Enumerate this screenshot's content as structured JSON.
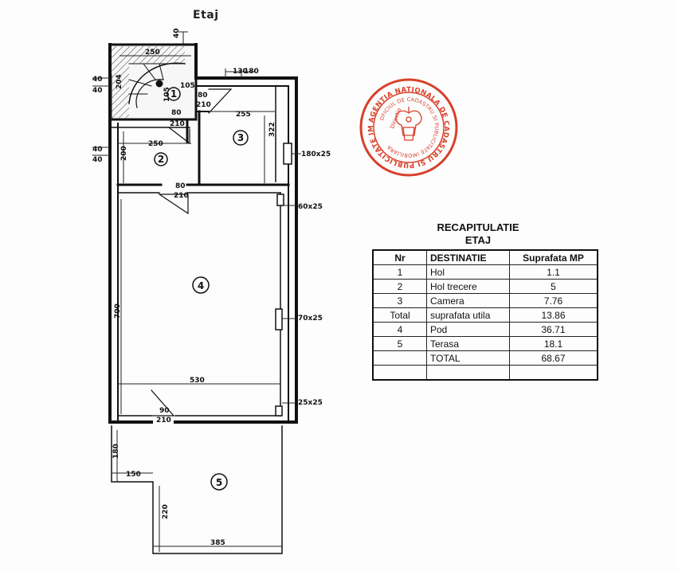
{
  "floor_plan": {
    "title": "Etaj",
    "room_labels": [
      "1",
      "2",
      "3",
      "4",
      "5"
    ],
    "dimensions": {
      "d40_top": "40",
      "d250_stair": "250",
      "d40_left_a": "40",
      "d40_left_b": "40",
      "d204": "204",
      "d105": "105",
      "d105_v": "105",
      "d80_top": "80",
      "d210_top": "210",
      "d130": "130",
      "d180_top": "180",
      "d80_mid": "80",
      "d210_mid": "210",
      "d255": "255",
      "d322": "322",
      "d250_hall": "250",
      "d40_left_c": "40",
      "d40_left_d": "40",
      "d200": "200",
      "d80_low": "80",
      "d210_low": "210",
      "win_180x25": "180x25",
      "win_60x25": "60x25",
      "win_70x25": "70x25",
      "win_25x25": "25x25",
      "d700": "700",
      "d530": "530",
      "d90": "90",
      "d210_door": "210",
      "d180_terrace": "180",
      "d150": "150",
      "d220": "220",
      "d385": "385"
    }
  },
  "stamp": {
    "text_outer": "AGENTIA NATIONALA DE CADASTRU SI PUBLICITATE IMOBILIARA",
    "text_inner": "OFICIUL DE CADASTRU SI PUBLICITATE IMOBILIARA",
    "text_center": "Directia",
    "color": "#d8402a"
  },
  "recap": {
    "title_line1": "RECAPITULATIE",
    "title_line2": "ETAJ",
    "headers": [
      "Nr",
      "DESTINATIE",
      "Suprafata MP"
    ],
    "rows": [
      [
        "1",
        "Hol",
        "1.1"
      ],
      [
        "2",
        "Hol trecere",
        "5"
      ],
      [
        "3",
        "Camera",
        "7.76"
      ],
      [
        "Total",
        "suprafata utila",
        "13.86"
      ],
      [
        "4",
        "Pod",
        "36.71"
      ],
      [
        "5",
        "Terasa",
        "18.1"
      ],
      [
        "",
        "TOTAL",
        "68.67"
      ],
      [
        "",
        "",
        ""
      ]
    ]
  }
}
